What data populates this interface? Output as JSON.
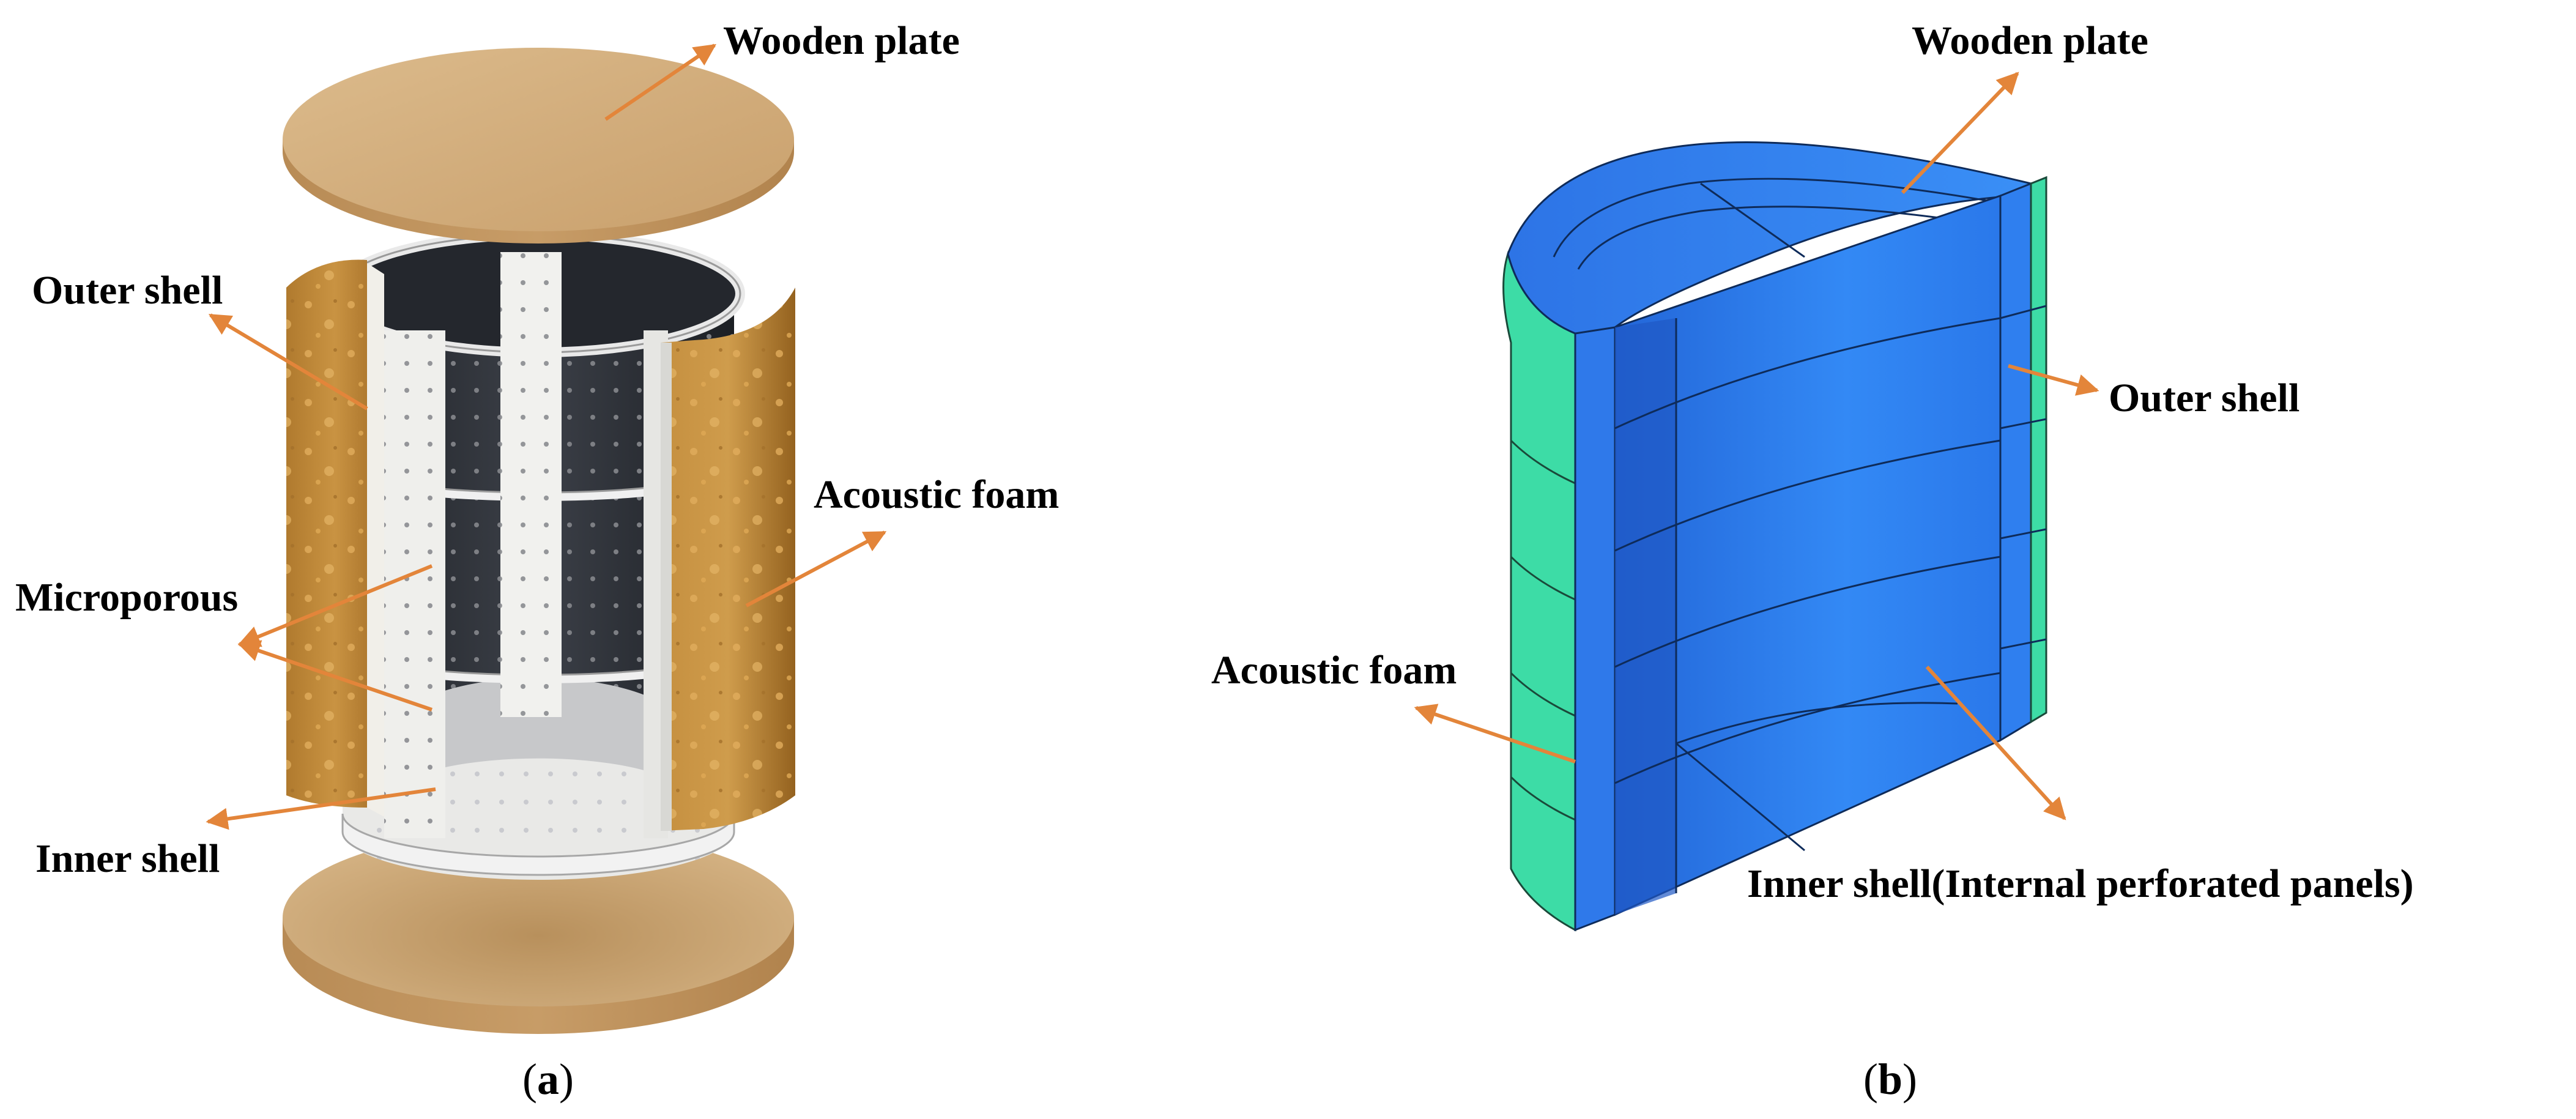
{
  "panel_a": {
    "labels": {
      "wooden_plate": "Wooden plate",
      "outer_shell": "Outer shell",
      "acoustic_foam": "Acoustic foam",
      "microporous": "Microporous",
      "inner_shell": "Inner shell"
    },
    "caption_open": "(",
    "caption_letter": "a",
    "caption_close": ")"
  },
  "panel_b": {
    "labels": {
      "wooden_plate": "Wooden plate",
      "outer_shell": "Outer shell",
      "acoustic_foam": "Acoustic foam",
      "inner_shell": "Inner shell(Internal perforated panels)"
    },
    "caption_open": "(",
    "caption_letter": "b",
    "caption_close": ")"
  },
  "colors": {
    "wood": "#d2ad7c",
    "foam": "#c38a3c",
    "shell_dark": "#2e3138",
    "shell_light": "#eeeeea",
    "model_blue": "#2f7fef",
    "model_green": "#3ddca6",
    "arrow": "#e3853a"
  }
}
